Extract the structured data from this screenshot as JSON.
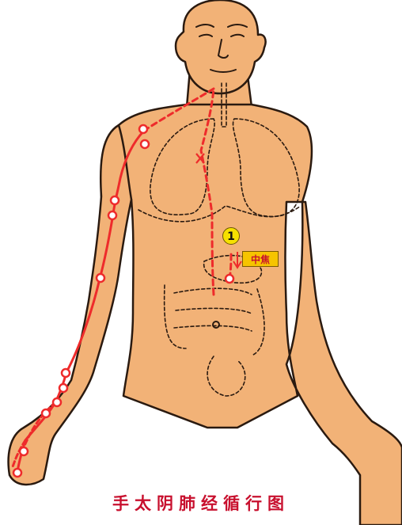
{
  "caption": "手太阴肺经循行图",
  "labels": {
    "zhongjiao": "中焦",
    "step_number": "1"
  },
  "colors": {
    "skin": "#f2b277",
    "outline": "#2a1a10",
    "meridian": "#ee2b2b",
    "marker": "#f6e100",
    "label_bg": "#f6c400",
    "caption": "#c8102e"
  },
  "icons": {
    "acupoint": "acupoint-dot-icon",
    "crossing": "crossing-x-icon",
    "direction": "down-arrow-icon"
  }
}
